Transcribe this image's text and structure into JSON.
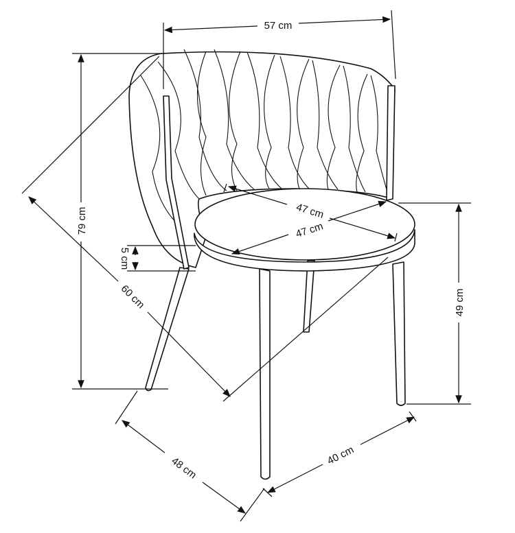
{
  "dimensions": {
    "width": "57 cm",
    "height": "79 cm",
    "depth_diagonal": "60 cm",
    "seat_depth": "47 cm",
    "seat_width": "47 cm",
    "seat_thickness": "5 cm",
    "seat_height": "49 cm",
    "leg_span_side": "48 cm",
    "leg_span_front": "40 cm"
  }
}
